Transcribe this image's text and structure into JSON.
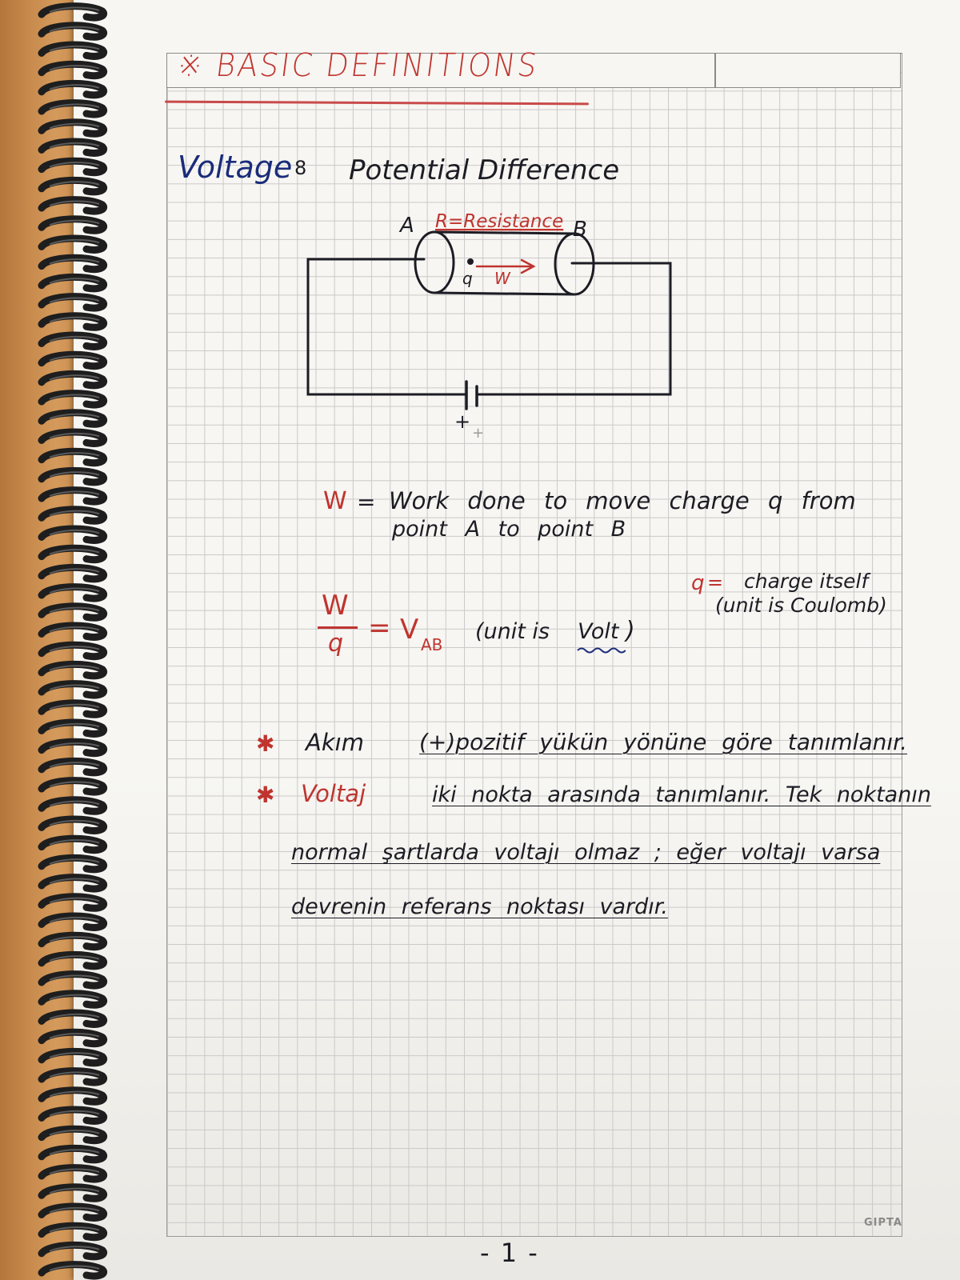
{
  "header": {
    "title": "※ BASIC DEFINITIONS"
  },
  "voltage": {
    "term": "Voltage",
    "separator": "8",
    "definition": "Potential Difference"
  },
  "circuit": {
    "point_a": "A",
    "point_b": "B",
    "resistance_label": "R=Resistance",
    "charge_label": "q",
    "work_label": "W",
    "battery_plus": "+",
    "battery_plus2": "+"
  },
  "work_def": {
    "symbol": "W",
    "equals": "=",
    "line1": "Work done to move charge q from",
    "line2": "point A to point B"
  },
  "formula": {
    "numerator": "W",
    "denominator": "q",
    "equals": "=",
    "result": "V",
    "result_sub": "AB",
    "unit_open": "(unit is ",
    "unit": "Volt",
    "unit_close": ")"
  },
  "charge_def": {
    "symbol": "q",
    "equals": "=",
    "line1": "charge itself",
    "line2": "(unit is Coulomb)"
  },
  "notes": {
    "star1": "✱",
    "akim_word": "Akım",
    "note1_rest": "(+)pozitif yükün yönüne göre tanımlanır.",
    "star2": "✱",
    "voltaj_word": "Voltaj",
    "note2_line1": "iki nokta arasında tanımlanır. Tek noktanın",
    "note2_line2": "normal şartlarda voltajı olmaz ; eğer voltajı varsa",
    "note2_line3": "devrenin referans noktası vardır."
  },
  "footer": {
    "page_number": "- 1 -",
    "brand": "GIPTA"
  }
}
